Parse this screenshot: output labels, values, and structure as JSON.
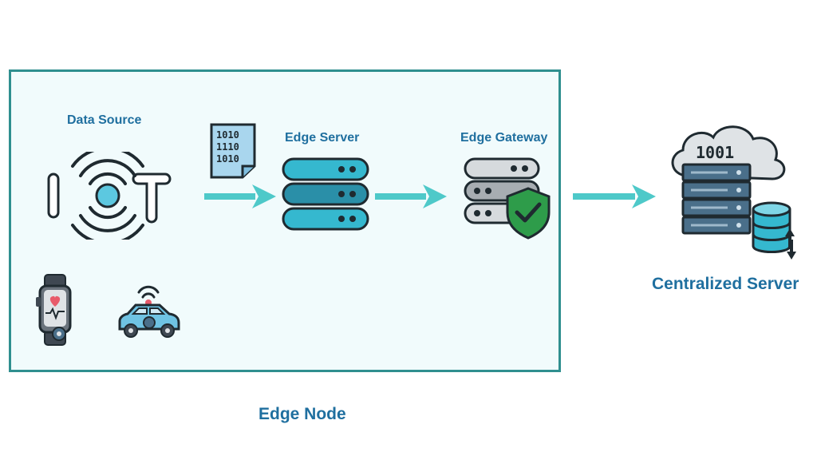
{
  "diagram": {
    "edge_node_label": "Edge Node",
    "data_source_label": "Data Source",
    "edge_server_label": "Edge Server",
    "edge_gateway_label": "Edge Gateway",
    "centralized_server_label": "Centralized Server",
    "iot_text": "IOT",
    "binary_lines": [
      "1010",
      "1110",
      "1010"
    ],
    "cloud_binary": "1001"
  },
  "colors": {
    "border": "#2f8f8f",
    "arrow": "#4ec9c9",
    "label": "#1f6f9f",
    "server_primary": "#35b8cf",
    "server_dark": "#2a7f93",
    "shield": "#2e9c4a"
  },
  "icons": [
    "iot-icon",
    "binary-document-icon",
    "edge-server-icon",
    "edge-gateway-icon",
    "shield-check-icon",
    "cloud-server-icon",
    "database-sync-icon",
    "smartwatch-icon",
    "connected-car-icon"
  ]
}
